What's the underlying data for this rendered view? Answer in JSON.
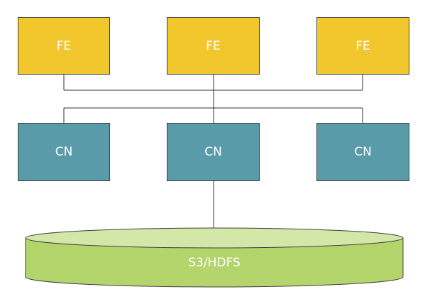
{
  "diagram": {
    "frontends": [
      {
        "label": "FE"
      },
      {
        "label": "FE"
      },
      {
        "label": "FE"
      }
    ],
    "compute_nodes": [
      {
        "label": "CN"
      },
      {
        "label": "CN"
      },
      {
        "label": "CN"
      }
    ],
    "storage": {
      "label": "S3/HDFS"
    }
  },
  "colors": {
    "frontend_fill": "#f2c72e",
    "compute_fill": "#5a9baa",
    "storage_fill": "#b4d46c",
    "storage_top": "#d3e7a8",
    "line": "#303030"
  }
}
